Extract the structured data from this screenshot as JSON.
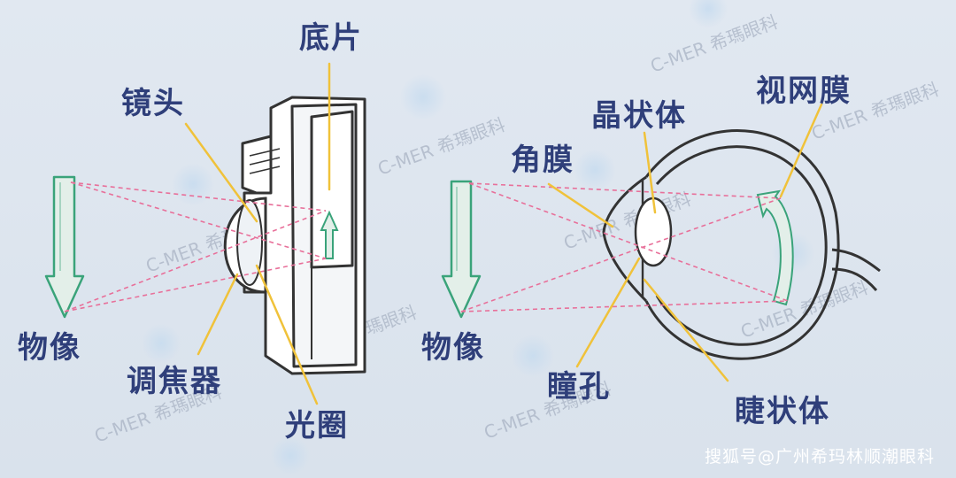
{
  "camera": {
    "labels": {
      "dipian": "底片",
      "jingtou": "镜头",
      "wuxiang": "物像",
      "tiaojiaoqi": "调焦器",
      "guangquan": "光圈"
    }
  },
  "eye": {
    "labels": {
      "jingzhuangti": "晶状体",
      "shiwangmo": "视网膜",
      "jiaomo": "角膜",
      "wuxiang": "物像",
      "tongkong": "瞳孔",
      "jiezhuangti": "睫状体"
    }
  },
  "watermark": {
    "text": "C-MER 希瑪眼科"
  },
  "credit": {
    "text": "搜狐号@广州希玛林顺潮眼科"
  },
  "colors": {
    "label": "#2f3f7a",
    "leader": "#f0c23a",
    "ray": "#e8709a",
    "arrow": "#3aa37a"
  }
}
